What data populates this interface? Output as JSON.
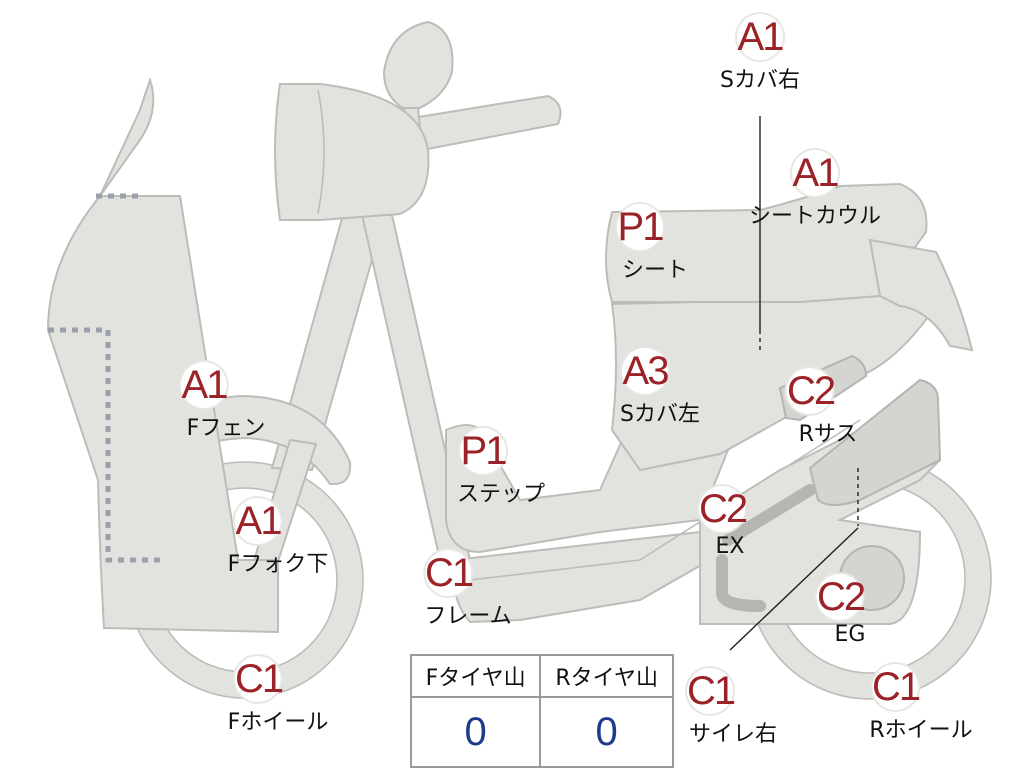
{
  "parts": [
    {
      "id": "s-cover-right",
      "grade": "A1",
      "name": "Sカバ右"
    },
    {
      "id": "seat-cowl",
      "grade": "A1",
      "name": "シートカウル"
    },
    {
      "id": "seat",
      "grade": "P1",
      "name": "シート"
    },
    {
      "id": "s-cover-left",
      "grade": "A3",
      "name": "Sカバ左"
    },
    {
      "id": "r-suspension",
      "grade": "C2",
      "name": "Rサス"
    },
    {
      "id": "f-fender",
      "grade": "A1",
      "name": "Fフェン"
    },
    {
      "id": "step",
      "grade": "P1",
      "name": "ステップ"
    },
    {
      "id": "f-fork-lower",
      "grade": "A1",
      "name": "Fフォク下"
    },
    {
      "id": "exhaust",
      "grade": "C2",
      "name": "EX"
    },
    {
      "id": "frame",
      "grade": "C1",
      "name": "フレーム"
    },
    {
      "id": "engine",
      "grade": "C2",
      "name": "EG"
    },
    {
      "id": "f-wheel",
      "grade": "C1",
      "name": "Fホイール"
    },
    {
      "id": "muffler-right",
      "grade": "C1",
      "name": "サイレ右"
    },
    {
      "id": "r-wheel",
      "grade": "C1",
      "name": "Rホイール"
    }
  ],
  "tire_table": {
    "headers": [
      "Fタイヤ山",
      "Rタイヤ山"
    ],
    "values": [
      "0",
      "0"
    ]
  }
}
